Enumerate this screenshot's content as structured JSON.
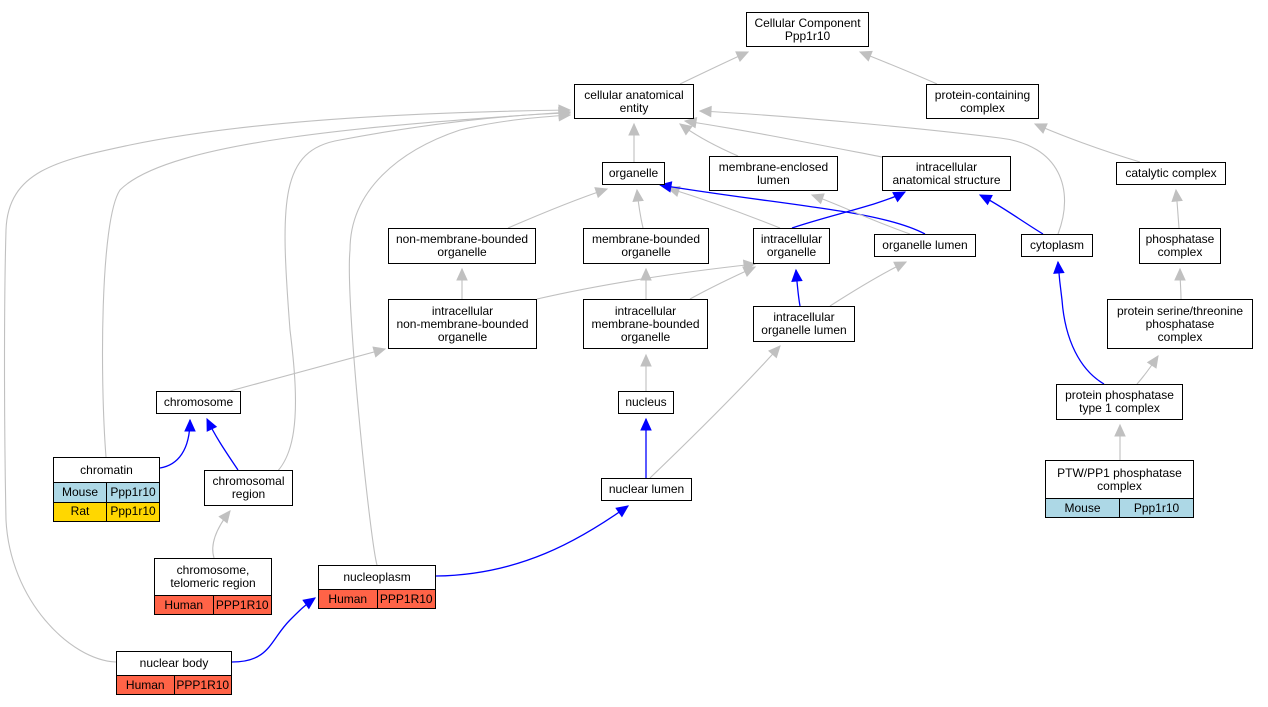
{
  "colors": {
    "mouse": "#add8e6",
    "rat": "#ffd700",
    "human": "#ff6347",
    "edge_is_a": "#c0c0c0",
    "edge_part_of": "#0000ff"
  },
  "nodes": {
    "cc_root": {
      "lines": [
        "Cellular Component",
        "Ppp1r10"
      ]
    },
    "cae": {
      "lines": [
        "cellular anatomical",
        "entity"
      ]
    },
    "pcc": {
      "lines": [
        "protein-containing",
        "complex"
      ]
    },
    "organelle": {
      "lines": [
        "organelle"
      ]
    },
    "mel": {
      "lines": [
        "membrane-enclosed",
        "lumen"
      ]
    },
    "ias": {
      "lines": [
        "intracellular",
        "anatomical structure"
      ]
    },
    "catalytic": {
      "lines": [
        "catalytic complex"
      ]
    },
    "nmbo": {
      "lines": [
        "non-membrane-bounded",
        "organelle"
      ]
    },
    "mbo": {
      "lines": [
        "membrane-bounded",
        "organelle"
      ]
    },
    "io": {
      "lines": [
        "intracellular",
        "organelle"
      ]
    },
    "orglumen": {
      "lines": [
        "organelle lumen"
      ]
    },
    "cytoplasm": {
      "lines": [
        "cytoplasm"
      ]
    },
    "phosphatase": {
      "lines": [
        "phosphatase",
        "complex"
      ]
    },
    "inmbo": {
      "lines": [
        "intracellular",
        "non-membrane-bounded",
        "organelle"
      ]
    },
    "imbo": {
      "lines": [
        "intracellular",
        "membrane-bounded",
        "organelle"
      ]
    },
    "iol": {
      "lines": [
        "intracellular",
        "organelle lumen"
      ]
    },
    "pstp": {
      "lines": [
        "protein serine/threonine",
        "phosphatase",
        "complex"
      ]
    },
    "chromosome": {
      "lines": [
        "chromosome"
      ]
    },
    "nucleus": {
      "lines": [
        "nucleus"
      ]
    },
    "pp1": {
      "lines": [
        "protein phosphatase",
        "type 1 complex"
      ]
    },
    "chromatin": {
      "lines": [
        "chromatin"
      ],
      "rows": [
        {
          "species": "Mouse",
          "gene": "Ppp1r10"
        },
        {
          "species": "Rat",
          "gene": "Ppp1r10"
        }
      ]
    },
    "chromreg": {
      "lines": [
        "chromosomal",
        "region"
      ]
    },
    "nuclumen": {
      "lines": [
        "nuclear lumen"
      ]
    },
    "ptw": {
      "lines": [
        "PTW/PP1 phosphatase",
        "complex"
      ],
      "rows": [
        {
          "species": "Mouse",
          "gene": "Ppp1r10"
        }
      ]
    },
    "telomeric": {
      "lines": [
        "chromosome,",
        "telomeric region"
      ],
      "rows": [
        {
          "species": "Human",
          "gene": "PPP1R10"
        }
      ]
    },
    "nucleoplasm": {
      "lines": [
        "nucleoplasm"
      ],
      "rows": [
        {
          "species": "Human",
          "gene": "PPP1R10"
        }
      ]
    },
    "nucbody": {
      "lines": [
        "nuclear body"
      ],
      "rows": [
        {
          "species": "Human",
          "gene": "PPP1R10"
        }
      ]
    }
  },
  "edges": [
    {
      "from": "cae",
      "to": "cc_root",
      "type": "is_a"
    },
    {
      "from": "pcc",
      "to": "cc_root",
      "type": "is_a"
    },
    {
      "from": "organelle",
      "to": "cae",
      "type": "is_a"
    },
    {
      "from": "mel",
      "to": "cae",
      "type": "is_a"
    },
    {
      "from": "ias",
      "to": "cae",
      "type": "is_a"
    },
    {
      "from": "cytoplasm",
      "to": "cae",
      "type": "is_a"
    },
    {
      "from": "chromatin",
      "to": "cae",
      "type": "is_a"
    },
    {
      "from": "chromreg",
      "to": "cae",
      "type": "is_a"
    },
    {
      "from": "nucleoplasm",
      "to": "cae",
      "type": "is_a"
    },
    {
      "from": "nucbody",
      "to": "cae",
      "type": "is_a"
    },
    {
      "from": "catalytic",
      "to": "pcc",
      "type": "is_a"
    },
    {
      "from": "phosphatase",
      "to": "catalytic",
      "type": "is_a"
    },
    {
      "from": "pstp",
      "to": "phosphatase",
      "type": "is_a"
    },
    {
      "from": "pp1",
      "to": "pstp",
      "type": "is_a"
    },
    {
      "from": "ptw",
      "to": "pp1",
      "type": "is_a"
    },
    {
      "from": "nmbo",
      "to": "organelle",
      "type": "is_a"
    },
    {
      "from": "mbo",
      "to": "organelle",
      "type": "is_a"
    },
    {
      "from": "io",
      "to": "organelle",
      "type": "is_a"
    },
    {
      "from": "orglumen",
      "to": "organelle",
      "type": "part_of"
    },
    {
      "from": "orglumen",
      "to": "mel",
      "type": "is_a"
    },
    {
      "from": "io",
      "to": "ias",
      "type": "part_of"
    },
    {
      "from": "cytoplasm",
      "to": "ias",
      "type": "part_of"
    },
    {
      "from": "inmbo",
      "to": "nmbo",
      "type": "is_a"
    },
    {
      "from": "inmbo",
      "to": "io",
      "type": "is_a"
    },
    {
      "from": "imbo",
      "to": "mbo",
      "type": "is_a"
    },
    {
      "from": "imbo",
      "to": "io",
      "type": "is_a"
    },
    {
      "from": "iol",
      "to": "io",
      "type": "part_of"
    },
    {
      "from": "iol",
      "to": "orglumen",
      "type": "is_a"
    },
    {
      "from": "chromosome",
      "to": "inmbo",
      "type": "is_a"
    },
    {
      "from": "nucleus",
      "to": "imbo",
      "type": "is_a"
    },
    {
      "from": "nuclumen",
      "to": "iol",
      "type": "is_a"
    },
    {
      "from": "nuclumen",
      "to": "nucleus",
      "type": "part_of"
    },
    {
      "from": "chromatin",
      "to": "chromosome",
      "type": "part_of"
    },
    {
      "from": "chromreg",
      "to": "chromosome",
      "type": "part_of"
    },
    {
      "from": "telomeric",
      "to": "chromreg",
      "type": "is_a"
    },
    {
      "from": "nucleoplasm",
      "to": "nuclumen",
      "type": "part_of"
    },
    {
      "from": "nucbody",
      "to": "nucleoplasm",
      "type": "part_of"
    },
    {
      "from": "pp1",
      "to": "cytoplasm",
      "type": "part_of"
    }
  ]
}
